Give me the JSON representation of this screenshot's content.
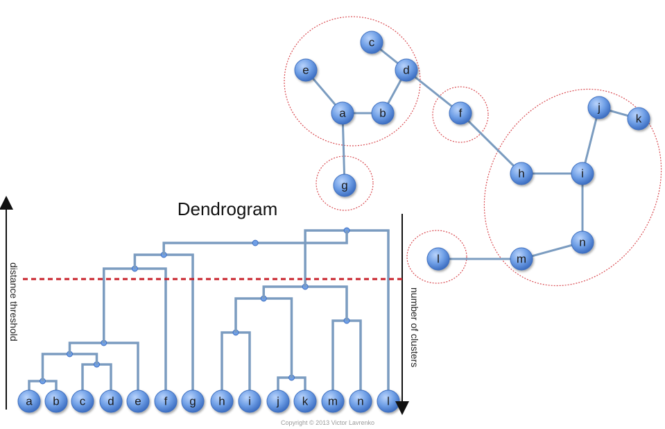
{
  "graph": {
    "nodes": [
      "a",
      "b",
      "c",
      "d",
      "e",
      "f",
      "g",
      "h",
      "i",
      "j",
      "k",
      "l",
      "m",
      "n"
    ],
    "edges": [
      [
        "c",
        "d"
      ],
      [
        "d",
        "b"
      ],
      [
        "b",
        "a"
      ],
      [
        "e",
        "a"
      ],
      [
        "a",
        "g"
      ],
      [
        "d",
        "f"
      ],
      [
        "f",
        "h"
      ],
      [
        "h",
        "i"
      ],
      [
        "i",
        "j"
      ],
      [
        "j",
        "k"
      ],
      [
        "i",
        "n"
      ],
      [
        "n",
        "m"
      ],
      [
        "m",
        "l"
      ]
    ],
    "clusters": [
      [
        "a",
        "b",
        "c",
        "d",
        "e"
      ],
      [
        "f"
      ],
      [
        "g"
      ],
      [
        "h",
        "i",
        "j",
        "k",
        "m",
        "n"
      ],
      [
        "l"
      ]
    ]
  },
  "dendrogram": {
    "title": "Dendrogram",
    "leaves": [
      "a",
      "b",
      "c",
      "d",
      "e",
      "f",
      "g",
      "h",
      "i",
      "j",
      "k",
      "m",
      "n",
      "l"
    ],
    "left_axis_label": "distance threshold",
    "right_axis_label": "number of clusters",
    "has_threshold_line": true
  },
  "copyright": "Copyright © 2013 Victor Lavrenko",
  "colors": {
    "node_fill": "#6f9fe6",
    "edge": "#7b9cc0",
    "cluster_outline": "#d9494f",
    "threshold": "#c8202a",
    "axis": "#111111"
  }
}
